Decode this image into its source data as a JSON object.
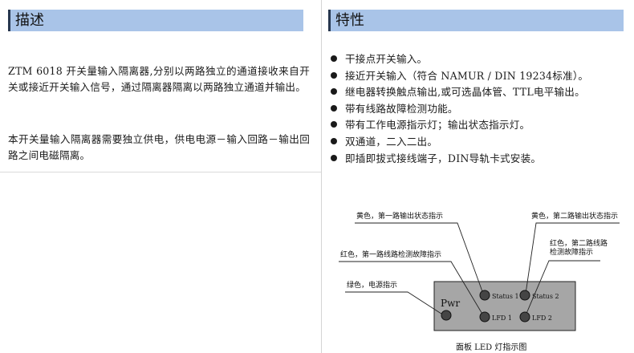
{
  "left": {
    "title": "描述",
    "paragraphs": [
      "ZTM 6018 开关量输入隔离器,分别以两路独立的通道接收来自开关或接近开关输入信号，通过隔离器隔离以两路独立通道并输出。",
      "本开关量输入隔离器需要独立供电，供电电源－输入回路－输出回路之间电磁隔离。"
    ]
  },
  "right": {
    "title": "特性",
    "features": [
      "干接点开关输入。",
      "接近开关输入（符合 NAMUR / DIN 19234标准）。",
      "继电器转换触点输出,或可选晶体管、TTL电平输出。",
      "带有线路故障检测功能。",
      "带有工作电源指示灯；输出状态指示灯。",
      "双通道，二入二出。",
      "即插即拔式接线端子，DIN导轨卡式安装。"
    ]
  },
  "diagram": {
    "panel_label": "Pwr",
    "leds": {
      "status1": "Status 1",
      "status2": "Status 2",
      "lfd1": "LFD 1",
      "lfd2": "LFD 2"
    },
    "callouts": {
      "status1": "黄色，第一路输出状态指示",
      "status2": "黄色，第二路输出状态指示",
      "lfd1": "红色，第一路线路检测故障指示",
      "lfd2_line1": "红色，第二路线路",
      "lfd2_line2": "检测故障指示",
      "pwr": "绿色，电源指示"
    },
    "caption": "面板 LED 灯指示图"
  },
  "colors": {
    "header_bg": "#a9c4e8",
    "header_border": "#27374f",
    "panel_bg": "#a6a6a6",
    "led_fill": "#454545"
  }
}
